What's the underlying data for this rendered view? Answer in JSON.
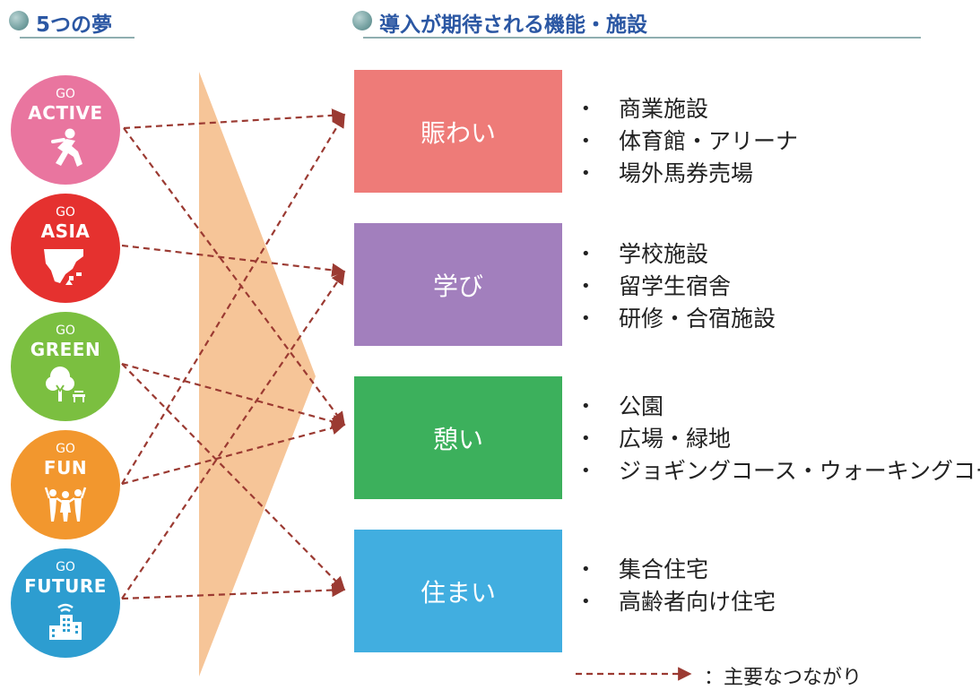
{
  "headers": {
    "left": "5つの夢",
    "right": "導入が期待される機能・施設"
  },
  "dreams": [
    {
      "go": "GO",
      "name": "ACTIVE",
      "color": "#e9759f",
      "icon": "running-person-icon"
    },
    {
      "go": "GO",
      "name": "ASIA",
      "color": "#e5312f",
      "icon": "asia-map-icon"
    },
    {
      "go": "GO",
      "name": "GREEN",
      "color": "#7bbf40",
      "icon": "tree-bench-icon"
    },
    {
      "go": "GO",
      "name": "FUN",
      "color": "#f2972e",
      "icon": "dancing-people-icon"
    },
    {
      "go": "GO",
      "name": "FUTURE",
      "color": "#2d9dd0",
      "icon": "smart-building-icon"
    }
  ],
  "functions": [
    {
      "label": "賑わい",
      "color": "#ee7b78",
      "items": [
        "商業施設",
        "体育館・アリーナ",
        "場外馬券売場"
      ]
    },
    {
      "label": "学び",
      "color": "#a27fbd",
      "items": [
        "学校施設",
        "留学生宿舎",
        "研修・合宿施設"
      ]
    },
    {
      "label": "憩い",
      "color": "#3cb05c",
      "items": [
        "公園",
        "広場・緑地",
        "ジョギングコース・ウォーキングコース"
      ]
    },
    {
      "label": "住まい",
      "color": "#41aee0",
      "items": [
        "集合住宅",
        "高齢者向け住宅"
      ]
    }
  ],
  "connections": [
    {
      "from": "ACTIVE",
      "to": "賑わい"
    },
    {
      "from": "ACTIVE",
      "to": "憩い"
    },
    {
      "from": "ASIA",
      "to": "学び"
    },
    {
      "from": "GREEN",
      "to": "憩い"
    },
    {
      "from": "GREEN",
      "to": "住まい"
    },
    {
      "from": "FUN",
      "to": "賑わい"
    },
    {
      "from": "FUN",
      "to": "憩い"
    },
    {
      "from": "FUTURE",
      "to": "学び"
    },
    {
      "from": "FUTURE",
      "to": "住まい"
    }
  ],
  "colors": {
    "connector": "#9b3a32",
    "funnel": "#f6c598",
    "header_text": "#2b57a3"
  },
  "legend": {
    "label": "：主要なつながり"
  }
}
